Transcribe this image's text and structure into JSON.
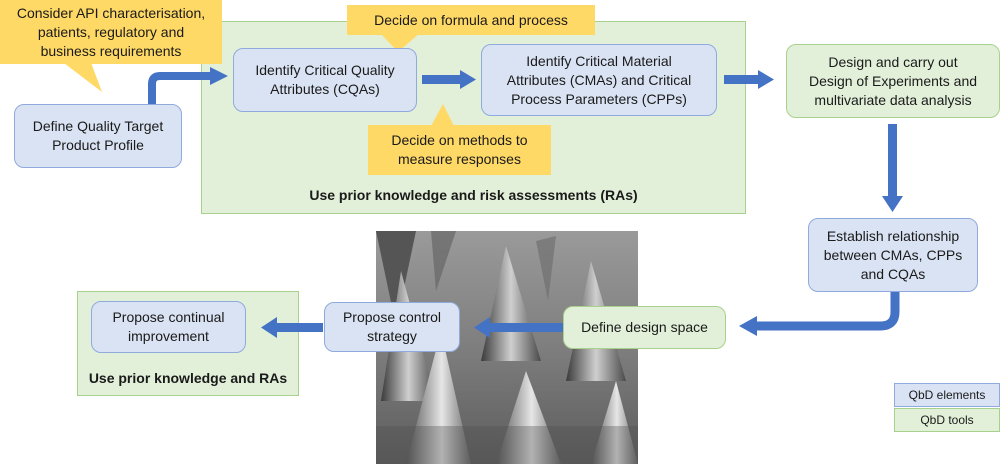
{
  "regions": {
    "top": "Use prior knowledge and risk assessments (RAs)",
    "bottom": "Use prior knowledge and RAs"
  },
  "boxes": {
    "qtpp": "Define Quality Target\nProduct Profile",
    "cqa": "Identify Critical Quality\nAttributes (CQAs)",
    "cma": "Identify Critical Material\nAttributes (CMAs) and Critical\nProcess Parameters (CPPs)",
    "doe": "Design and carry out\nDesign of Experiments and\nmultivariate data analysis",
    "relationship": "Establish relationship\nbetween CMAs, CPPs\nand CQAs",
    "design_space": "Define design space",
    "control": "Propose control\nstrategy",
    "improvement": "Propose continual\nimprovement"
  },
  "callouts": {
    "api": "Consider API characterisation,\npatients, regulatory and\nbusiness requirements",
    "formula": "Decide on formula and process",
    "methods": "Decide on methods to\nmeasure responses"
  },
  "legend": {
    "elements": "QbD elements",
    "tools": "QbD tools"
  },
  "colors": {
    "element_fill": "#dae3f3",
    "tool_fill": "#e2f0d9",
    "callout_fill": "#ffd966",
    "arrow": "#4472c4"
  }
}
